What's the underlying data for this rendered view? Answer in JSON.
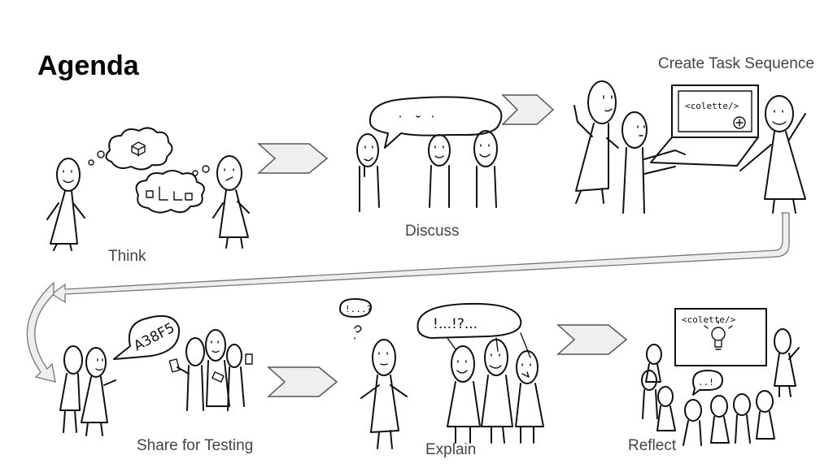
{
  "slide": {
    "title": "Agenda",
    "steps": [
      {
        "label": "Think"
      },
      {
        "label": "Discuss"
      },
      {
        "label": "Create Task Sequence"
      },
      {
        "label": "Share for Testing"
      },
      {
        "label": "Explain"
      },
      {
        "label": "Reflect"
      }
    ],
    "sketch_text": {
      "code_tag_top": "<colette/>",
      "code_tag_bottom": "<colette/>",
      "share_code": "A38F5",
      "explain_bubble": "!...!?...",
      "explain_thought": "!...?",
      "reflect_bubble": "..!"
    }
  }
}
